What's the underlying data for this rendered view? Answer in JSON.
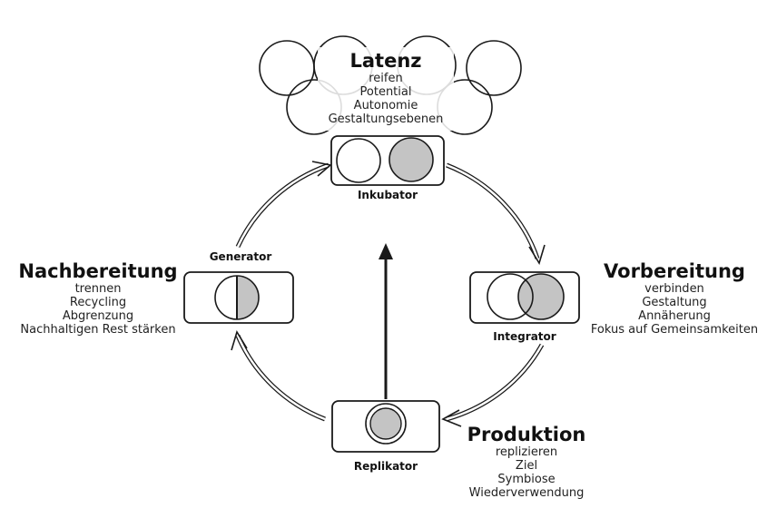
{
  "phases": {
    "latenz": {
      "title": "Latenz",
      "items": [
        "reifen",
        "Potential",
        "Autonomie",
        "Gestaltungsebenen"
      ]
    },
    "vorbereitung": {
      "title": "Vorbereitung",
      "items": [
        "verbinden",
        "Gestaltung",
        "Annäherung",
        "Fokus auf Gemeinsamkeiten"
      ]
    },
    "produktion": {
      "title": "Produktion",
      "items": [
        "replizieren",
        "Ziel",
        "Symbiose",
        "Wiederverwendung"
      ]
    },
    "nachbereitung": {
      "title": "Nachbereitung",
      "items": [
        "trennen",
        "Recycling",
        "Abgrenzung",
        "Nachhaltigen Rest stärken"
      ]
    }
  },
  "nodes": {
    "inkubator": "Inkubator",
    "integrator": "Integrator",
    "replikator": "Replikator",
    "generator": "Generator"
  },
  "colors": {
    "stroke": "#1a1a1a",
    "fill": "#c4c4c4",
    "background": "#ffffff"
  }
}
